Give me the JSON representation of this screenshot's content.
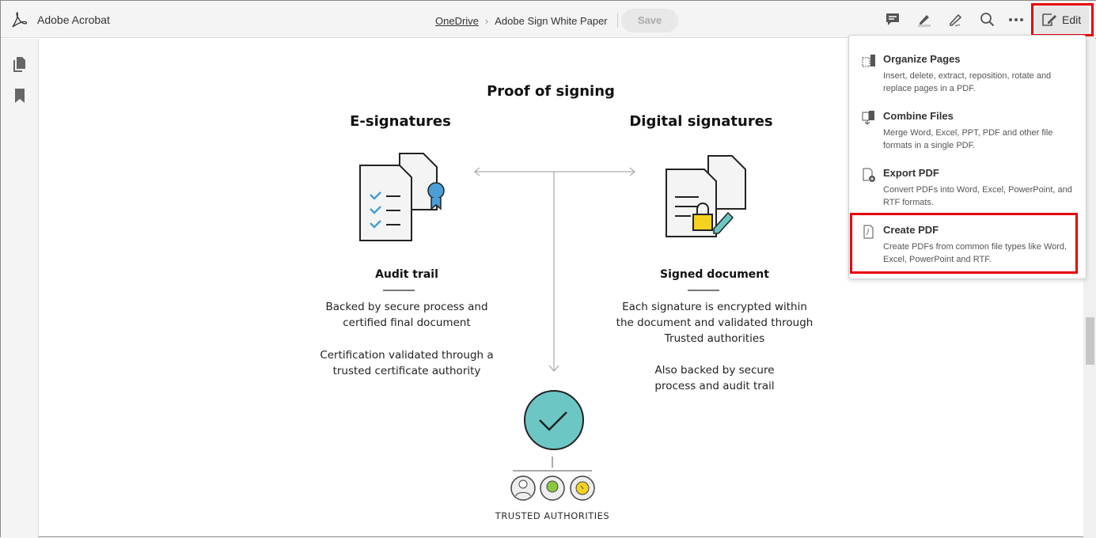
{
  "app": {
    "title": "Adobe Acrobat"
  },
  "breadcrumb": {
    "parent": "OneDrive",
    "separator": "›",
    "current": "Adobe Sign White Paper"
  },
  "toolbar": {
    "save_label": "Save",
    "edit_label": "Edit",
    "tools": [
      "comment-icon",
      "highlight-icon",
      "sign-icon",
      "search-icon",
      "more-icon"
    ]
  },
  "document": {
    "title": "Proof of signing",
    "left": {
      "heading": "E-signatures",
      "subheading": "Audit trail",
      "para1": [
        "Backed by secure process and",
        "certified final document"
      ],
      "para2": [
        "Certification validated through a",
        "trusted certificate authority"
      ]
    },
    "right": {
      "heading": "Digital  signatures",
      "subheading": "Signed document",
      "para1": [
        "Each signature is encrypted within",
        "the document and validated through",
        "Trusted authorities"
      ],
      "para2": [
        "Also backed by secure",
        "process and audit trail"
      ]
    },
    "bottom_label": "TRUSTED AUTHORITIES",
    "colors": {
      "teal": "#6cc7c4",
      "blue": "#4a9fd6",
      "yellow": "#f4d21f",
      "green": "#8cc63f"
    }
  },
  "menu": {
    "items": [
      {
        "title": "Organize Pages",
        "desc": "Insert, delete, extract, reposition, rotate and replace pages in a PDF.",
        "icon": "organize-pages-icon"
      },
      {
        "title": "Combine Files",
        "desc": "Merge Word, Excel, PPT, PDF and other file formats in a single PDF.",
        "icon": "combine-files-icon"
      },
      {
        "title": "Export PDF",
        "desc": "Convert PDFs into Word, Excel, PowerPoint, and RTF formats.",
        "icon": "export-pdf-icon"
      },
      {
        "title": "Create PDF",
        "desc": "Create PDFs from common file types like Word, Excel, PowerPoint and RTF.",
        "icon": "create-pdf-icon"
      }
    ]
  },
  "highlight_color": "#e8000b"
}
